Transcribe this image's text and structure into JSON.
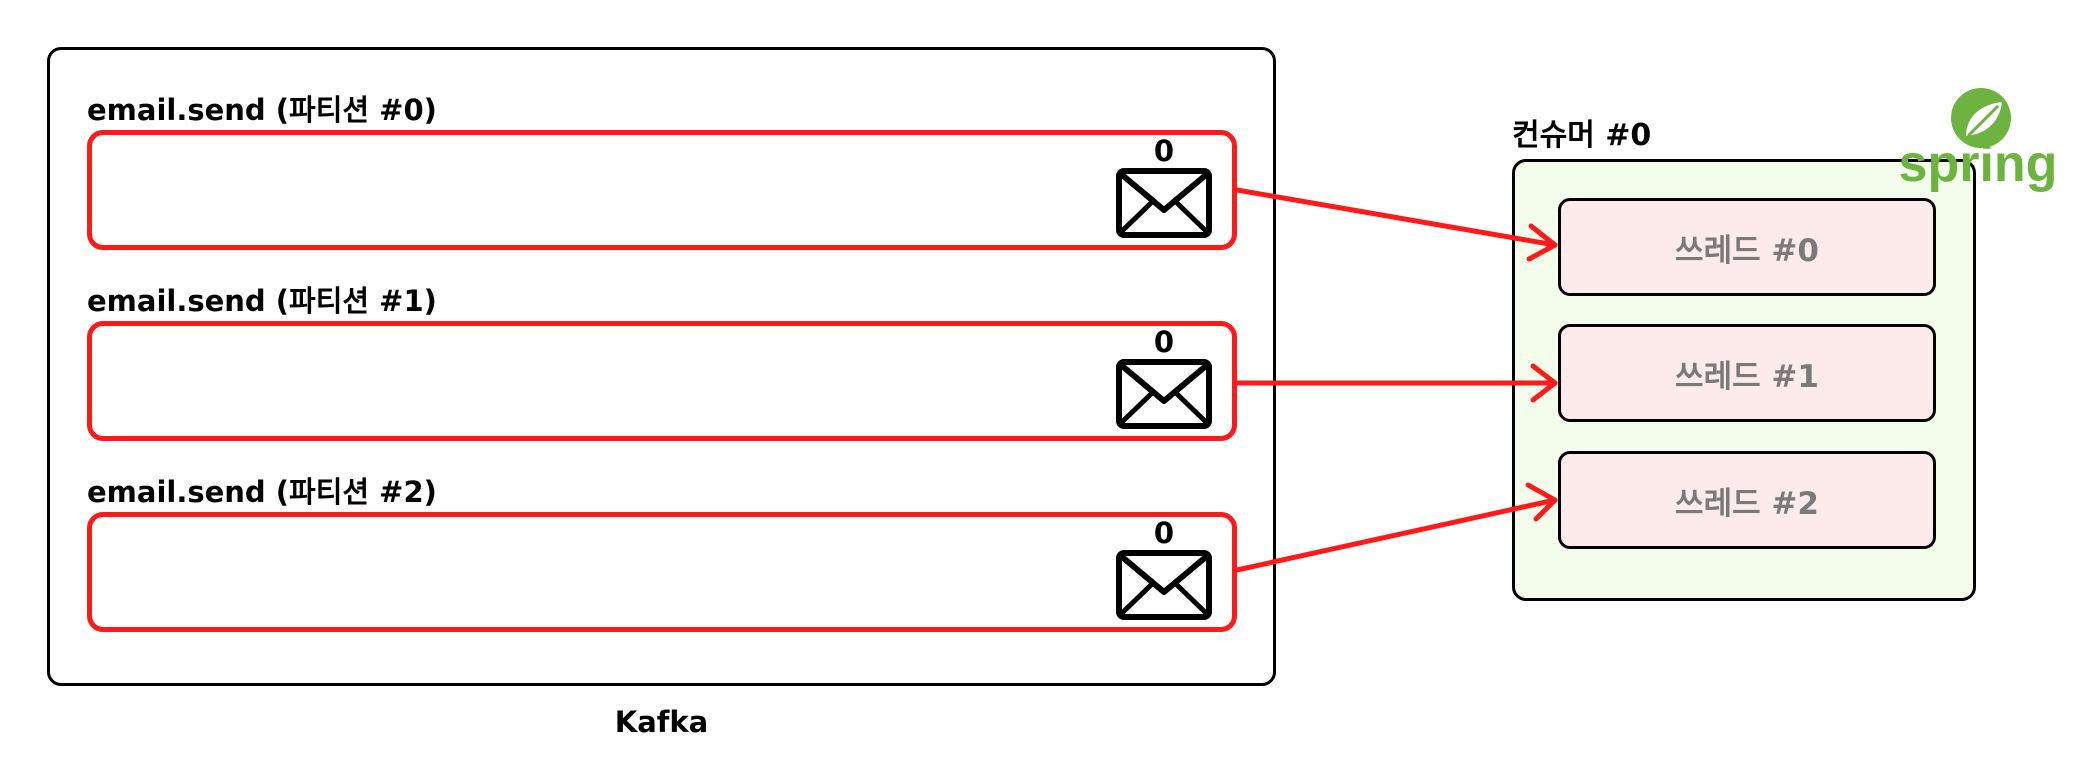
{
  "kafka": {
    "label": "Kafka",
    "partitions": [
      {
        "title": "email.send (파티션 #0)",
        "offset": "0"
      },
      {
        "title": "email.send (파티션 #1)",
        "offset": "0"
      },
      {
        "title": "email.send (파티션 #2)",
        "offset": "0"
      }
    ]
  },
  "consumer": {
    "label": "컨슈머 #0",
    "threads": [
      {
        "label": "쓰레드 #0"
      },
      {
        "label": "쓰레드 #1"
      },
      {
        "label": "쓰레드 #2"
      }
    ]
  },
  "logo": {
    "text": "spring",
    "color": "#6db33f"
  },
  "colors": {
    "partition_border": "#ff1a1a",
    "arrow": "#ff1a1a",
    "consumer_bg": "#f4fdeb",
    "thread_bg": "#fdeaea"
  },
  "icons": {
    "message": "envelope-icon",
    "arrowhead": "arrowhead-icon",
    "logo": "spring-leaf-icon"
  }
}
